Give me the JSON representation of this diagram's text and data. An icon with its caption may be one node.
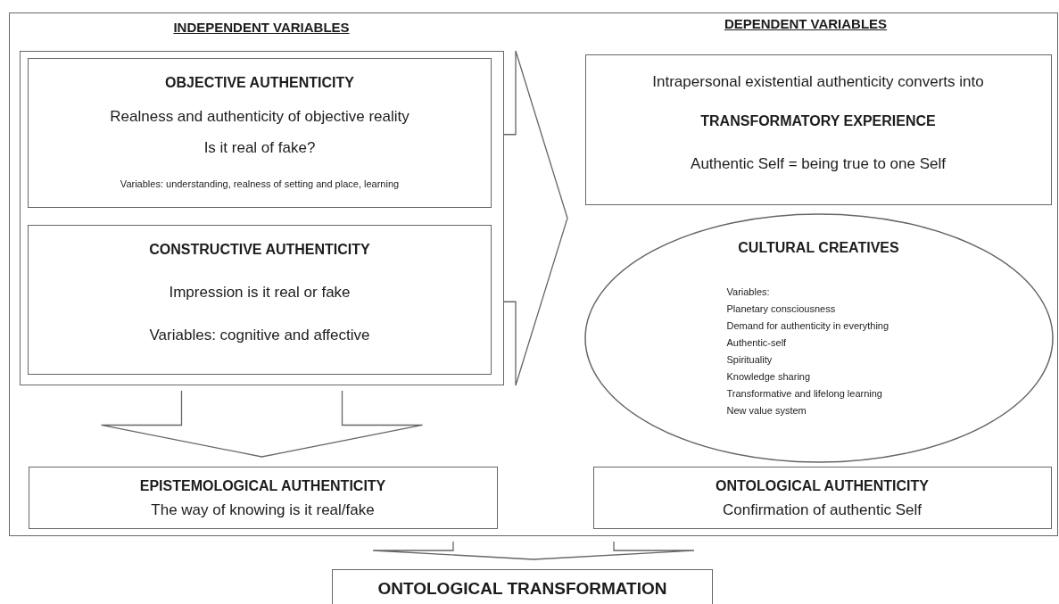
{
  "diagram": {
    "nodes": [
      {
        "text": [],
        "shape": "box"
      },
      {
        "text": [],
        "shape": "box",
        "in": 0
      },
      {
        "text": [
          "OBJECTIVE AUTHENTICITY",
          "Realness and authenticity of objective reality",
          "Is it real of fake?",
          "Variables: understanding, realness of setting and place, learning"
        ],
        "in": 1
      },
      {
        "text": [
          "CONSTRUCTIVE AUTHENTICITY",
          "Impression is it real or fake",
          "Variables: cognitive and affective"
        ],
        "in": 1
      },
      {
        "text": [
          "Intrapersonal existential authenticity converts into",
          "TRANSFORMATORY EXPERIENCE",
          "Authentic Self = being true to one Self"
        ],
        "in": 0
      },
      {
        "text": [
          "CULTURAL CREATIVES",
          "Variables:",
          "Planetary consciousness",
          "Demand for authenticity in everything",
          "Authentic-self",
          "Spirituality",
          "Knowledge sharing",
          "Transformative and lifelong learning",
          "New value system"
        ],
        "in": 0
      },
      {
        "text": [
          "EPISTEMOLOGICAL AUTHENTICITY",
          "The way of knowing is it real/fake"
        ],
        "in": 0
      },
      {
        "text": [
          "ONTOLOGICAL AUTHENTICITY",
          "Confirmation of authentic Self"
        ],
        "in": 0
      },
      {
        "text": [
          "ONTOLOGICAL TRANSFORMATION"
        ]
      }
    ],
    "edges": [
      {
        "from": 1,
        "to": 4,
        "arrow": "to"
      },
      {
        "from": 1,
        "to": 5,
        "arrow": "to"
      },
      {
        "from": 1,
        "to": 6,
        "arrow": "to"
      },
      {
        "from": 0,
        "to": 8,
        "arrow": "to"
      }
    ],
    "labels": [
      "INDEPENDENT VARIABLES",
      "DEPENDENT VARIABLES"
    ]
  }
}
